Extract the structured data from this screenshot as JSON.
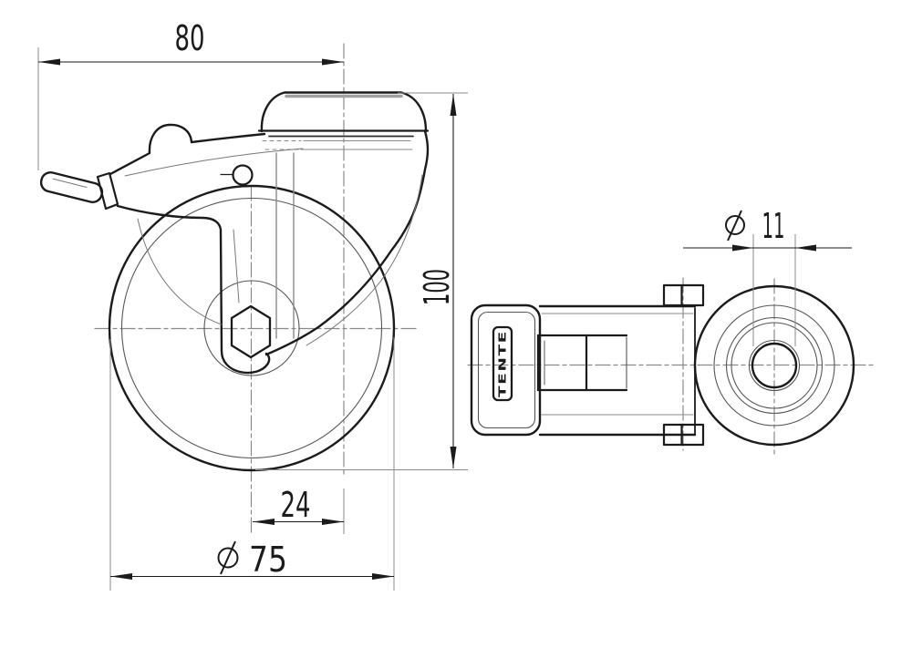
{
  "drawing": {
    "type": "technical-drawing",
    "subject": "swivel caster wheel with brake, two orthographic views",
    "background_color": "#ffffff",
    "line_color": "#1b1b1b",
    "centerline_color": "#8a8a8a"
  },
  "dimensions": {
    "top_width": {
      "value": "80"
    },
    "overall_height": {
      "value": "100"
    },
    "swivel_offset": {
      "value": "24"
    },
    "wheel_diameter": {
      "symbol": "⌀",
      "value": "75"
    },
    "bolt_hole_diameter": {
      "symbol": "⌀",
      "value": "11"
    }
  },
  "labels": {
    "brand_plate": "TENTE"
  }
}
